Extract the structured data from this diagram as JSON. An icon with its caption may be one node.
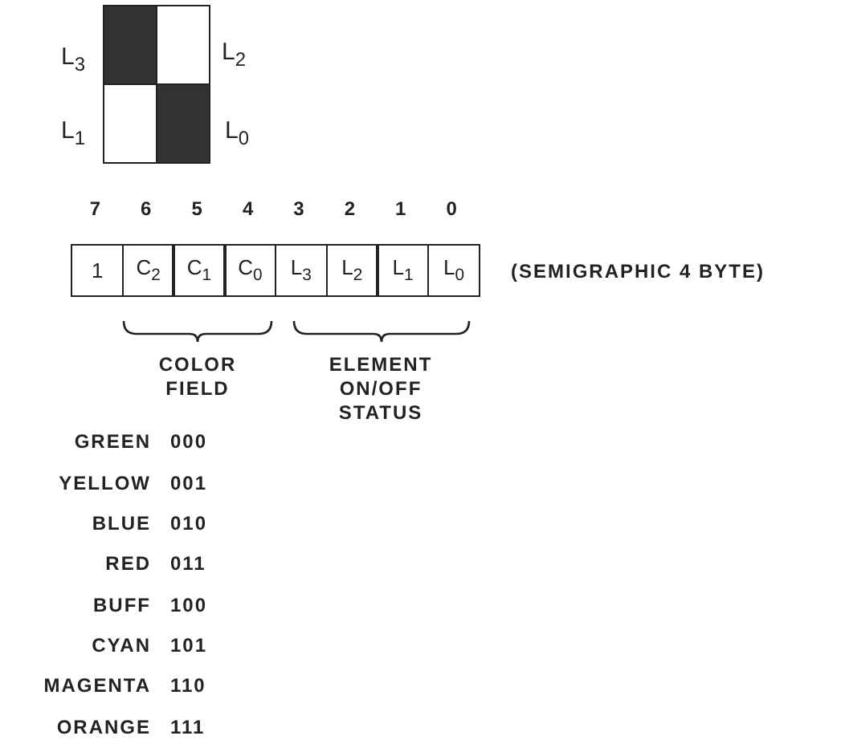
{
  "diagram": {
    "nodes": [
      {
        "text": [],
        "shape": "box",
        "beside": [
          "L$_{3}$"
        ]
      },
      {
        "text": [],
        "shape": "box",
        "beside": [
          "L$_{2}$"
        ]
      },
      {
        "text": [],
        "shape": "box",
        "beside": [
          "L$_{1}$"
        ]
      },
      {
        "text": [],
        "shape": "box",
        "beside": [
          "L$_{0}$"
        ]
      },
      {
        "text": [
          "1"
        ]
      },
      {
        "text": [
          "C$_{2}$"
        ]
      },
      {
        "text": [
          "C$_{1}$"
        ]
      },
      {
        "text": [
          "C$_{0}$"
        ]
      },
      {
        "text": [
          "L$_{3}$"
        ]
      },
      {
        "text": [
          "L$_{2}$"
        ]
      },
      {
        "text": [
          "L$_{1}$"
        ]
      },
      {
        "text": [
          "L$_{0}$"
        ]
      }
    ],
    "edges": [],
    "labels": [
      "7",
      "6",
      "5",
      "4",
      "3",
      "2",
      "1",
      "0",
      "(SEMIGRAPHIC 4 BYTE)",
      "COLOR FIELD",
      "ELEMENT ON/OFF STATUS",
      "GREEN",
      "000",
      "YELLOW",
      "001",
      "BLUE",
      "010",
      "RED",
      "011",
      "BUFF",
      "100",
      "CYAN",
      "101",
      "MAGENTA",
      "110",
      "ORANGE",
      "111"
    ]
  }
}
